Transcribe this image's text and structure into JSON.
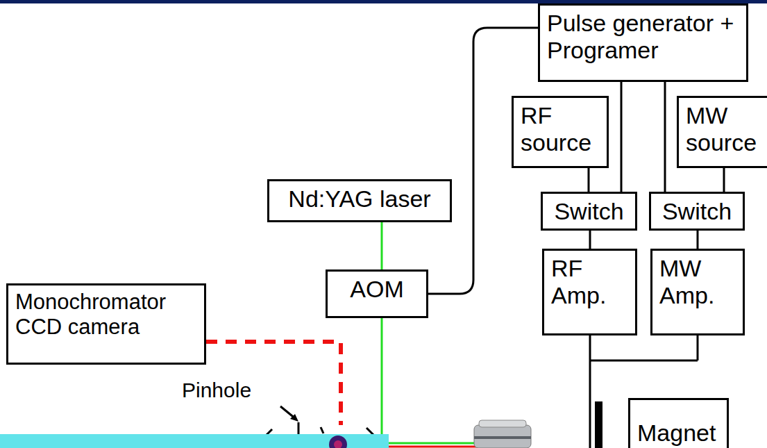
{
  "diagram": {
    "nodes": [
      {
        "text": [
          "Pulse generator + Programer"
        ]
      },
      {
        "text": [
          "RF source"
        ]
      },
      {
        "text": [
          "MW source"
        ]
      },
      {
        "text": [
          "Switch"
        ]
      },
      {
        "text": [
          "Switch"
        ]
      },
      {
        "text": [
          "RF Amp."
        ]
      },
      {
        "text": [
          "MW Amp."
        ]
      },
      {
        "text": [
          "Nd:YAG laser"
        ]
      },
      {
        "text": [
          "AOM"
        ]
      },
      {
        "text": [
          "Monochromator CCD camera"
        ]
      },
      {
        "text": [
          "Magnet"
        ]
      }
    ],
    "edges": [
      {
        "from": 0,
        "to": 8,
        "arrow": "none"
      },
      {
        "from": 0,
        "to": 3,
        "arrow": "none"
      },
      {
        "from": 0,
        "to": 4,
        "arrow": "none"
      },
      {
        "from": 1,
        "to": 3,
        "arrow": "none"
      },
      {
        "from": 2,
        "to": 4,
        "arrow": "none"
      },
      {
        "from": 3,
        "to": 5,
        "arrow": "none"
      },
      {
        "from": 4,
        "to": 6,
        "arrow": "none"
      },
      {
        "from": 7,
        "to": 8,
        "arrow": "none"
      }
    ],
    "labels": [
      "Pinhole"
    ]
  }
}
